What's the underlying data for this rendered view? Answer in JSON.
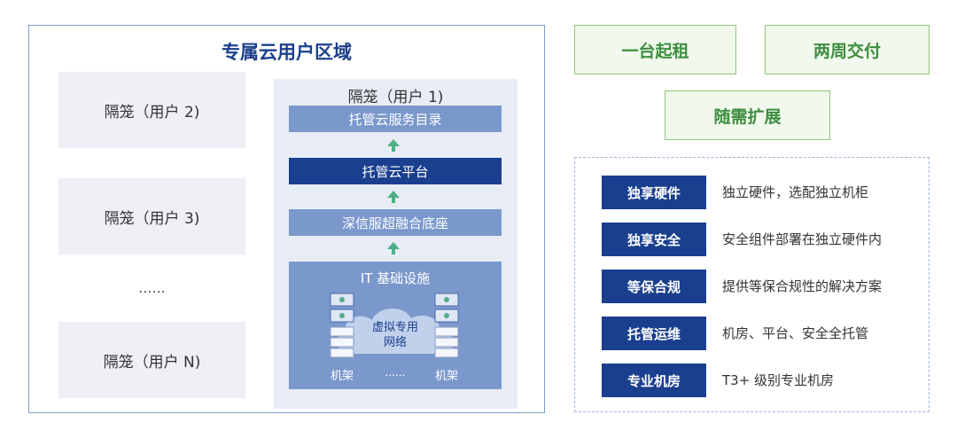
{
  "region": {
    "title": "专属云用户区域",
    "cages": [
      "隔笼（用户 2)",
      "隔笼（用户 3)",
      "隔笼（用户 N)"
    ],
    "ellipsis": "......",
    "cage1": {
      "title": "隔笼（用户 1)",
      "layers": [
        "托管云服务目录",
        "托管云平台",
        "深信服超融合底座"
      ],
      "infra": {
        "title": "IT 基础设施",
        "network_line1": "虚拟专用",
        "network_line2": "网络",
        "rack_left": "机架",
        "rack_right": "机架",
        "ellipsis": "......"
      }
    }
  },
  "features": {
    "one_unit": "一台起租",
    "two_weeks": "两周交付",
    "on_demand": "随需扩展"
  },
  "panel": {
    "rows": [
      {
        "label": "独享硬件",
        "desc": "独立硬件，选配独立机柜"
      },
      {
        "label": "独享安全",
        "desc": "安全组件部署在独立硬件内"
      },
      {
        "label": "等保合规",
        "desc": "提供等保合规性的解决方案"
      },
      {
        "label": "托管运维",
        "desc": "机房、平台、安全全托管"
      },
      {
        "label": "专业机房",
        "desc": "T3+ 级别专业机房"
      }
    ]
  },
  "colors": {
    "dark_blue": "#1a3f8e",
    "light_blue": "#7b98cc",
    "green": "#3e8e41",
    "arrow_green": "#4eae86"
  }
}
